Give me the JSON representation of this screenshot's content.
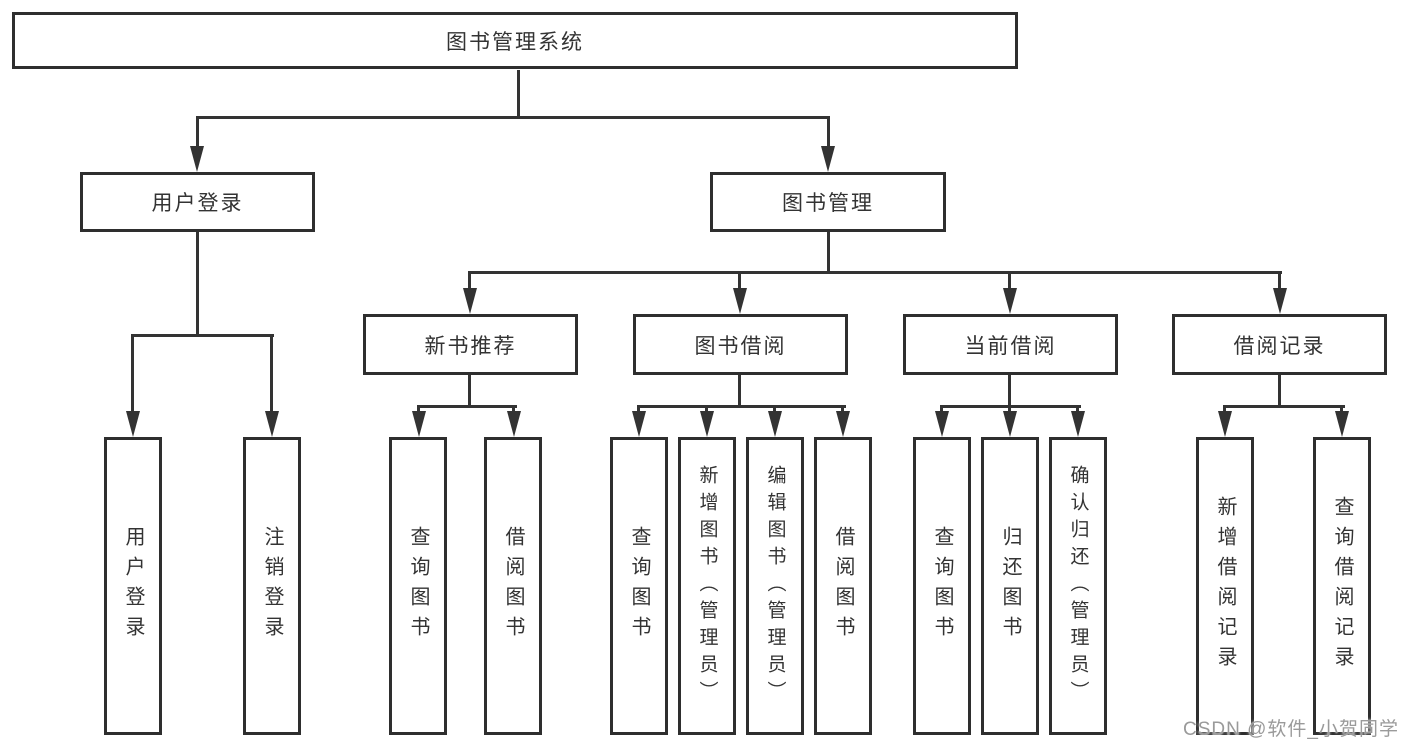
{
  "nodes": {
    "root": "图书管理系统",
    "level2": [
      "用户登录",
      "图书管理"
    ],
    "level3": [
      "新书推荐",
      "图书借阅",
      "当前借阅",
      "借阅记录"
    ],
    "leaves_user_login": [
      "用户登录",
      "注销登录"
    ],
    "leaves_new_book": [
      "查询图书",
      "借阅图书"
    ],
    "leaves_book_borrow": [
      "查询图书",
      "新增图书（管理员）",
      "编辑图书（管理员）",
      "借阅图书"
    ],
    "leaves_current_borrow": [
      "查询图书",
      "归还图书",
      "确认归还（管理员）"
    ],
    "leaves_borrow_record": [
      "新增借阅记录",
      "查询借阅记录"
    ]
  },
  "watermark": "CSDN @软件_小贺同学"
}
